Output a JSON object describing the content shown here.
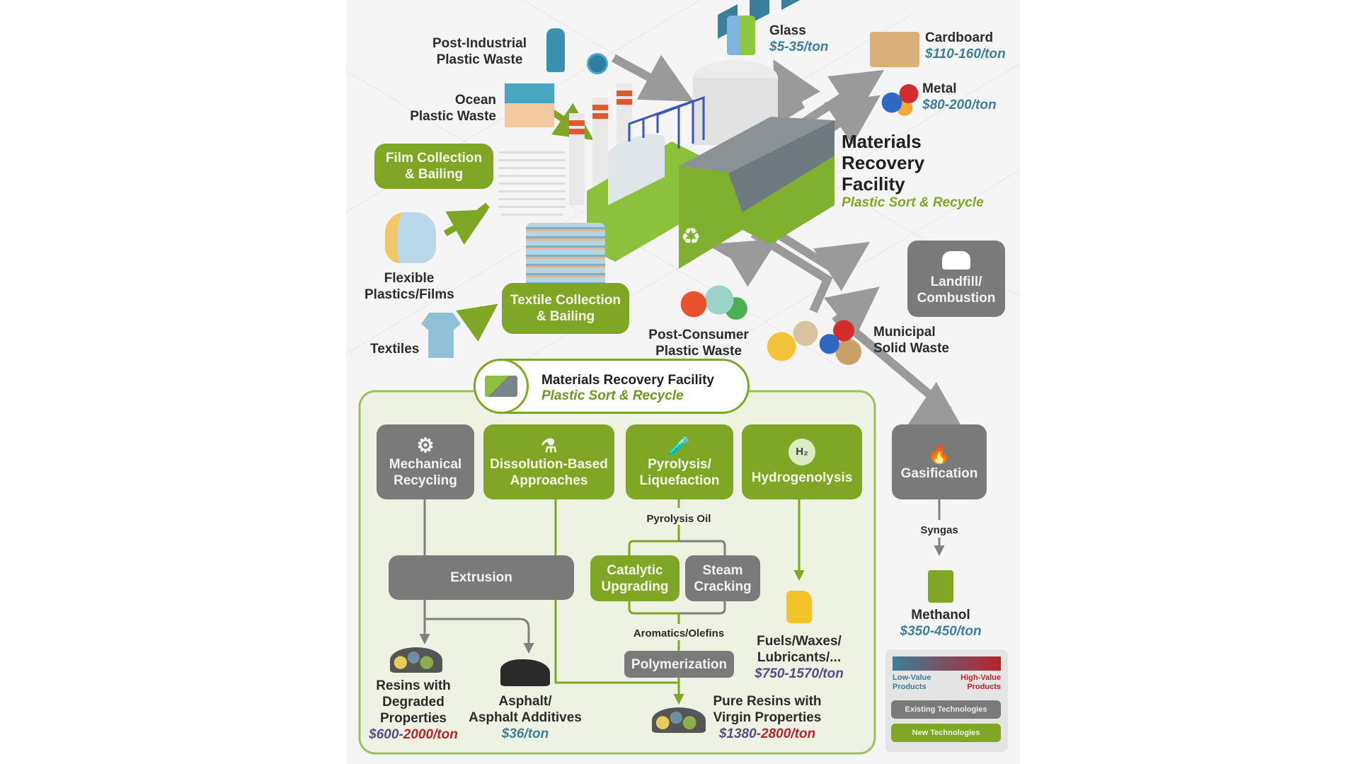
{
  "title": {
    "line1": "Materials",
    "line2": "Recovery",
    "line3": "Facility",
    "subtitle": "Plastic Sort & Recycle"
  },
  "sources": {
    "post_industrial": {
      "line1": "Post-Industrial",
      "line2": "Plastic Waste"
    },
    "ocean": {
      "line1": "Ocean",
      "line2": "Plastic Waste"
    },
    "film_collection": {
      "line1": "Film Collection",
      "line2": "& Bailing"
    },
    "flexible": {
      "line1": "Flexible",
      "line2": "Plastics/Films"
    },
    "textile_collection": {
      "line1": "Textile Collection",
      "line2": "& Bailing"
    },
    "textiles": {
      "label": "Textiles"
    },
    "post_consumer": {
      "line1": "Post-Consumer",
      "line2": "Plastic Waste"
    },
    "msw": {
      "line1": "Municipal",
      "line2": "Solid Waste"
    }
  },
  "outputs": {
    "glass": {
      "label": "Glass",
      "price": "$5-35/ton"
    },
    "cardboard": {
      "label": "Cardboard",
      "price": "$110-160/ton"
    },
    "metal": {
      "label": "Metal",
      "price": "$80-200/ton"
    },
    "landfill": {
      "line1": "Landfill/",
      "line2": "Combustion"
    }
  },
  "mrf_badge": {
    "title": "Materials Recovery Facility",
    "subtitle": "Plastic Sort & Recycle"
  },
  "technologies": {
    "mechanical": {
      "line1": "Mechanical",
      "line2": "Recycling",
      "type": "existing"
    },
    "dissolution": {
      "line1": "Dissolution-Based",
      "line2": "Approaches",
      "type": "new"
    },
    "pyrolysis": {
      "line1": "Pyrolysis/",
      "line2": "Liquefaction",
      "type": "new"
    },
    "hydrogenolysis": {
      "line1": "Hydrogenolysis",
      "icon_text": "H₂",
      "type": "new"
    },
    "gasification": {
      "line1": "Gasification",
      "type": "existing"
    },
    "extrusion": {
      "label": "Extrusion",
      "type": "existing"
    },
    "catalytic": {
      "line1": "Catalytic",
      "line2": "Upgrading",
      "type": "new"
    },
    "steam": {
      "line1": "Steam",
      "line2": "Cracking",
      "type": "existing"
    },
    "polymerization": {
      "label": "Polymerization",
      "type": "existing"
    }
  },
  "intermediates": {
    "pyrolysis_oil": "Pyrolysis Oil",
    "aromatics": "Aromatics/Olefins",
    "syngas": "Syngas"
  },
  "products": {
    "degraded": {
      "line1": "Resins with",
      "line2": "Degraded",
      "line3": "Properties",
      "price_low": "$600-",
      "price_high": "2000/ton"
    },
    "asphalt": {
      "line1": "Asphalt/",
      "line2": "Asphalt Additives",
      "price": "$36/ton"
    },
    "pure": {
      "line1": "Pure Resins with",
      "line2": "Virgin Properties",
      "price_low": "$1380-",
      "price_high": "2800/ton"
    },
    "fuels": {
      "line1": "Fuels/Waxes/",
      "line2": "Lubricants/...",
      "price": "$750-1570/ton"
    },
    "methanol": {
      "label": "Methanol",
      "price": "$350-450/ton"
    }
  },
  "legend": {
    "low": {
      "line1": "Low-Value",
      "line2": "Products"
    },
    "high": {
      "line1": "High-Value",
      "line2": "Products"
    },
    "existing": "Existing Technologies",
    "new": "New Technologies",
    "gradient_start": "#3c7f98",
    "gradient_end": "#b8232a"
  },
  "colors": {
    "green": "#7fa624",
    "gray": "#7a7a7a",
    "arrow_gray": "#9a9a9a",
    "panel_bg": "#eef2e2"
  }
}
